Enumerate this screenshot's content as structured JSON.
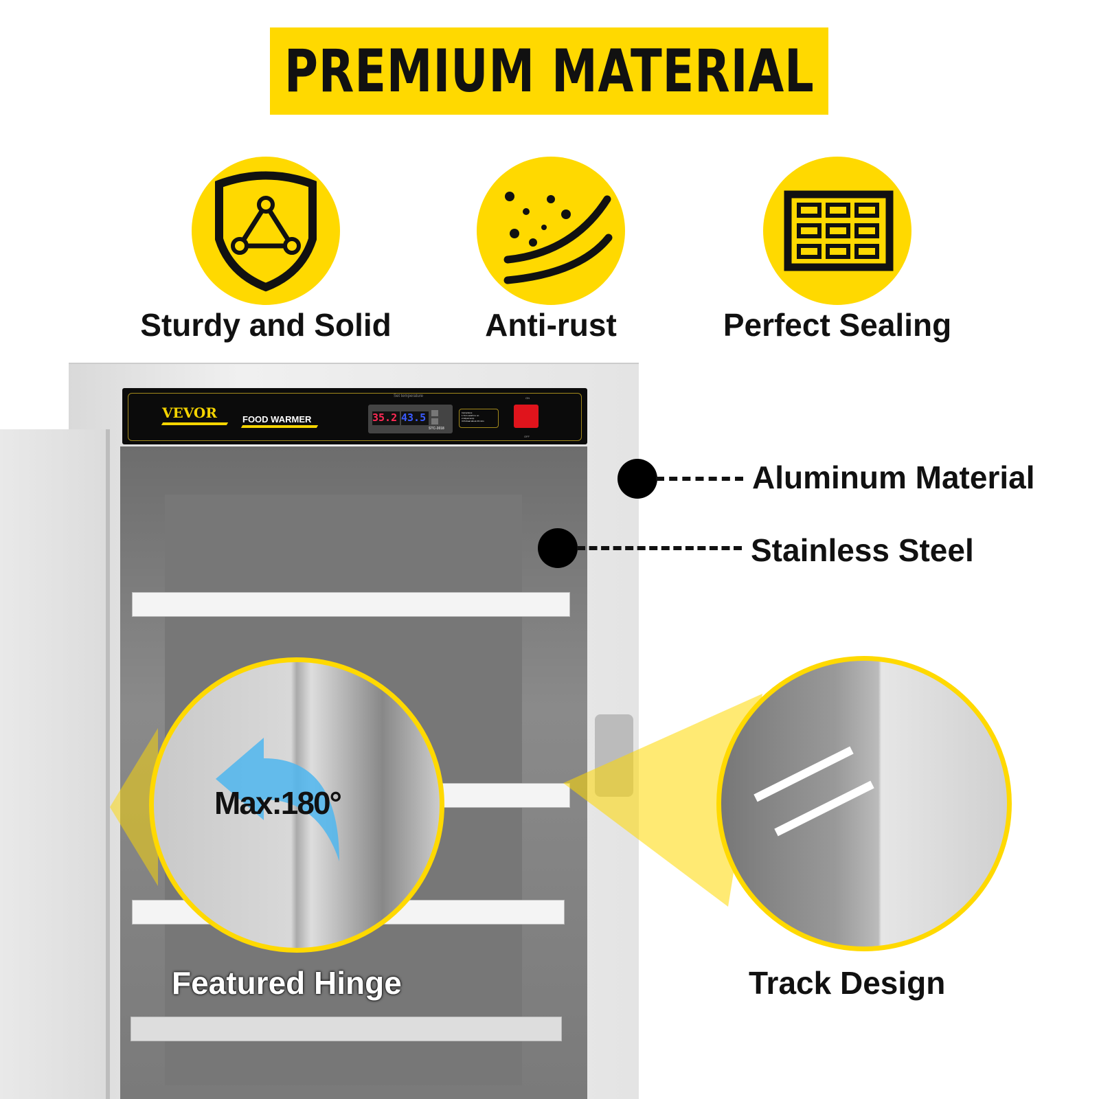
{
  "banner": {
    "title": "PREMIUM MATERIAL"
  },
  "features": [
    {
      "icon": "shield-icon",
      "label": "Sturdy and Solid"
    },
    {
      "icon": "anti-rust-icon",
      "label": "Anti-rust"
    },
    {
      "icon": "sealing-grid-icon",
      "label": "Perfect Sealing"
    }
  ],
  "product": {
    "brand": "VEVOR",
    "name": "FOOD WARMER",
    "set_temp_label": "Set temperature",
    "display_out": "35.2",
    "display_set": "43.5",
    "controller_model": "STC-3018",
    "instructions": [
      "Instructions",
      "1.Turn switch to on",
      "2.Adjust temp",
      "3.Preheat about 20 mins"
    ],
    "switch_on": "ON",
    "switch_off": "OFF"
  },
  "callouts": [
    {
      "label": "Aluminum Material"
    },
    {
      "label": "Stainless Steel"
    }
  ],
  "details": {
    "hinge": {
      "label": "Featured Hinge",
      "angle": "Max:180°"
    },
    "track": {
      "label": "Track Design"
    }
  },
  "colors": {
    "accent": "#FFD900",
    "text": "#111111",
    "display_red": "#ff2a55",
    "display_blue": "#3a5bff",
    "switch": "#e0141c"
  }
}
